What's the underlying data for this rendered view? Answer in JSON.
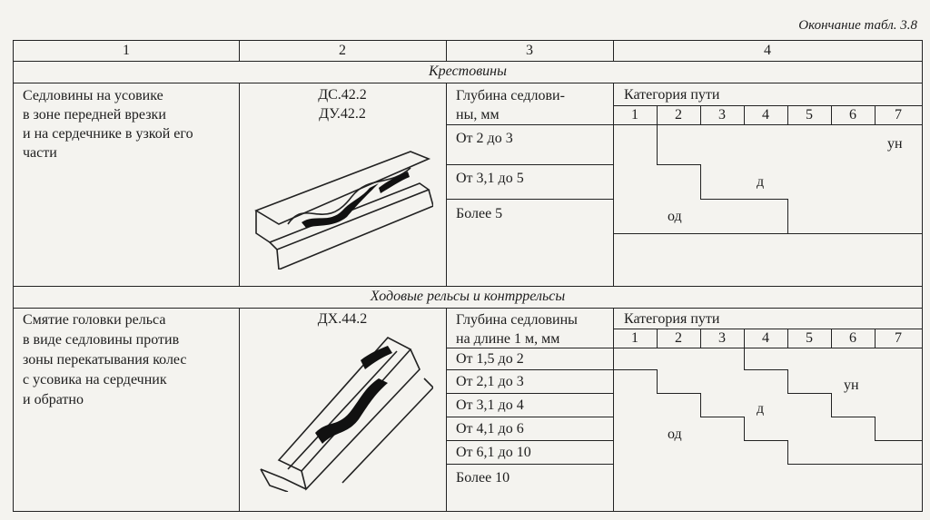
{
  "caption": "Окончание табл. 3.8",
  "header": {
    "col1": "1",
    "col2": "2",
    "col3": "3",
    "col4": "4"
  },
  "sections": [
    {
      "title": "Крестовины",
      "description": "Седловины на усовике\nв зоне передней врезки\nи на сердечнике в узкой его\nчасти",
      "codes": [
        "ДС.42.2",
        "ДУ.42.2"
      ],
      "param_label": "Глубина седлови-\nны, мм",
      "category_label": "Категория пути",
      "categories": [
        "1",
        "2",
        "3",
        "4",
        "5",
        "6",
        "7"
      ],
      "rows": [
        "От 2 до 3",
        "От 3,1 до 5",
        "Более 5"
      ],
      "zones": {
        "un": "ун",
        "d": "д",
        "od": "од"
      }
    },
    {
      "title": "Ходовые рельсы и контррельсы",
      "description": "Смятие головки рельса\nв виде седловины против\nзоны перекатывания колес\nс усовика на сердечник\nи обратно",
      "codes": [
        "ДХ.44.2"
      ],
      "param_label": "Глубина седловины\nна длине 1 м, мм",
      "category_label": "Категория пути",
      "categories": [
        "1",
        "2",
        "3",
        "4",
        "5",
        "6",
        "7"
      ],
      "rows": [
        "От 1,5 до 2",
        "От 2,1 до 3",
        "От 3,1 до 4",
        "От 4,1 до 6",
        "От 6,1 до 10",
        "Более 10"
      ],
      "zones": {
        "un": "ун",
        "d": "д",
        "od": "од"
      }
    }
  ]
}
